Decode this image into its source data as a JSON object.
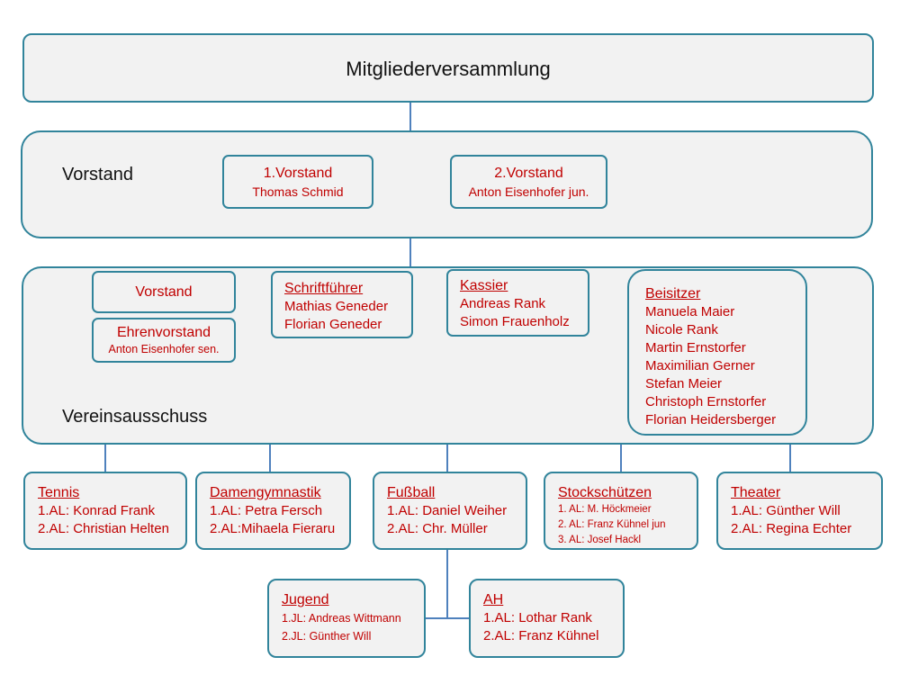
{
  "mitgliederversammlung": {
    "title": "Mitgliederversammlung"
  },
  "vorstand": {
    "label": "Vorstand",
    "first": {
      "title": "1.Vorstand",
      "name": "Thomas Schmid"
    },
    "second": {
      "title": "2.Vorstand",
      "name": "Anton Eisenhofer jun."
    }
  },
  "vereinsausschuss": {
    "label": "Vereinsausschuss",
    "vorstand_box": {
      "title": "Vorstand"
    },
    "ehrenvorstand": {
      "title": "Ehrenvorstand",
      "name": "Anton Eisenhofer sen."
    },
    "schriftfuehrer": {
      "title": "Schriftführer",
      "members": [
        "Mathias Geneder",
        "Florian Geneder"
      ]
    },
    "kassier": {
      "title": "Kassier",
      "members": [
        "Andreas Rank",
        "Simon Frauenholz"
      ]
    },
    "beisitzer": {
      "title": "Beisitzer",
      "members": [
        "Manuela Maier",
        "Nicole Rank",
        "Martin Ernstorfer",
        "Maximilian Gerner",
        "Stefan Meier",
        "Christoph Ernstorfer",
        "Florian Heidersberger"
      ]
    }
  },
  "departments": {
    "tennis": {
      "title": "Tennis",
      "lines": [
        "1.AL: Konrad Frank",
        "2.AL: Christian Helten"
      ]
    },
    "damengymnastik": {
      "title": "Damengymnastik",
      "lines": [
        "1.AL: Petra Fersch",
        "2.AL:Mihaela Fieraru"
      ]
    },
    "fussball": {
      "title": "Fußball",
      "lines": [
        "1.AL: Daniel Weiher",
        "2.AL: Chr. Müller"
      ]
    },
    "stockschuetzen": {
      "title": "Stockschützen",
      "lines": [
        "1. AL: M. Höckmeier",
        "2. AL: Franz Kühnel jun",
        "3. AL: Josef Hackl"
      ]
    },
    "theater": {
      "title": "Theater",
      "lines": [
        "1.AL: Günther Will",
        "2.AL: Regina Echter"
      ]
    }
  },
  "subdepartments": {
    "jugend": {
      "title": "Jugend",
      "lines": [
        "1.JL: Andreas Wittmann",
        "2.JL: Günther Will"
      ]
    },
    "ah": {
      "title": "AH",
      "lines": [
        "1.AL: Lothar Rank",
        "2.AL: Franz Kühnel"
      ]
    }
  },
  "colors": {
    "border": "#31849b",
    "connector": "#4f81bd",
    "text_red": "#c00000",
    "fill": "#f2f2f2"
  }
}
